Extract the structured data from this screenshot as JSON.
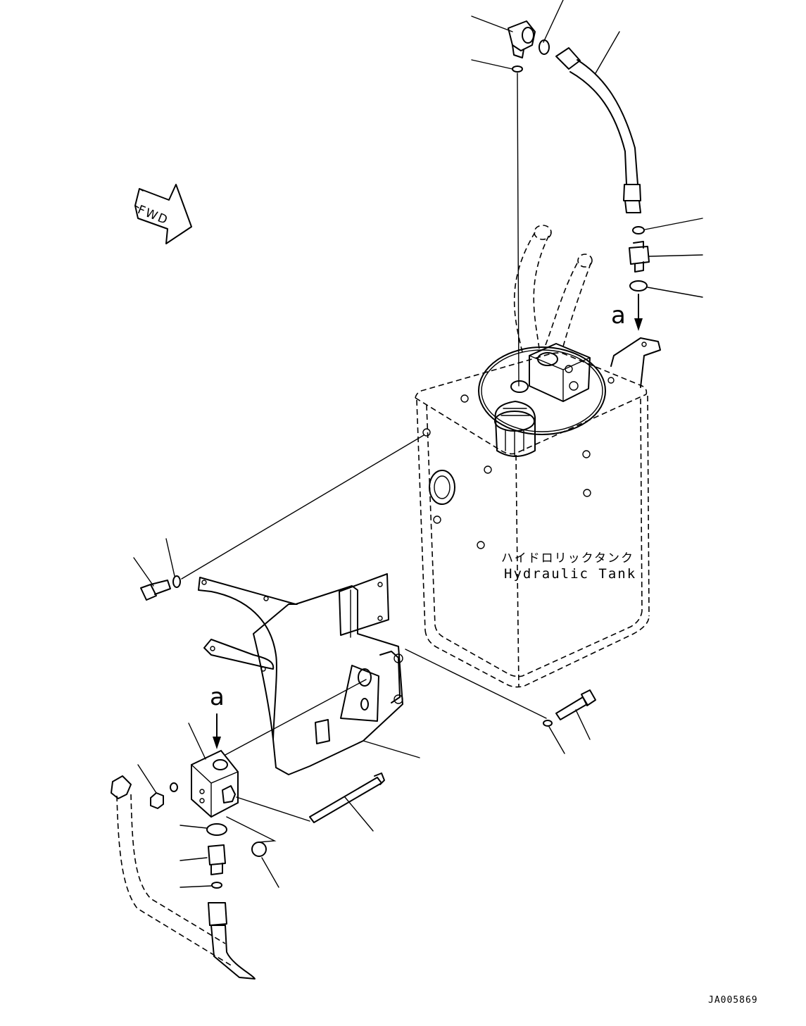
{
  "tank": {
    "label_jp": "ハイドロリックタンク",
    "label_en": "Hydraulic Tank"
  },
  "fwd_arrow": {
    "text": "FWD"
  },
  "view_marks": {
    "upper": "a",
    "lower": "a"
  },
  "drawing_code": "JA005869"
}
